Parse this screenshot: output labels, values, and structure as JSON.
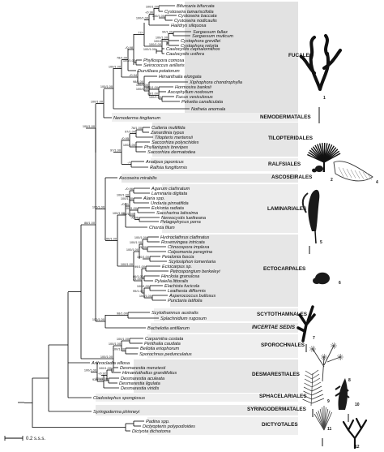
{
  "orders": [
    {
      "name": "FUCALES",
      "italic": false
    },
    {
      "name": "NEMODERMATALES",
      "italic": false
    },
    {
      "name": "TILOPTERIDALES",
      "italic": false
    },
    {
      "name": "RALFSIALES",
      "italic": false
    },
    {
      "name": "ASCOSEIRALES",
      "italic": false
    },
    {
      "name": "LAMINARIALES",
      "italic": false
    },
    {
      "name": "ECTOCARPALES",
      "italic": false
    },
    {
      "name": "SCYTOTHAMNALES",
      "italic": false
    },
    {
      "name": "INCERTAE SEDIS",
      "italic": true
    },
    {
      "name": "SPOROCHNALES",
      "italic": false
    },
    {
      "name": "DESMARESTIALES",
      "italic": false
    },
    {
      "name": "SPHACELARIALES",
      "italic": false
    },
    {
      "name": "SYRINGODERMATALES",
      "italic": false
    },
    {
      "name": "DICTYOTALES",
      "italic": false
    }
  ],
  "taxa": [
    "Bifurcaria bifurcata",
    "Cystoseira tamariscifolia",
    "Cystoseira baccata",
    "Cystoseira nodicaulis",
    "Halidrys siliquosa",
    "Sargassum fallax",
    "Sargassum muticum",
    "Cystophora grevillei",
    "Cystophora retorta",
    "Caulocystis cephalornithos",
    "Caulocystis uvifera",
    "Phyllospora comosa",
    "Seirococcus axillaris",
    "Durvillaea potatorum",
    "Himanthalia elongata",
    "Xiphophora chondrophylla",
    "Hormosira banksii",
    "Ascophyllum nodosum",
    "Fucus vesiculosus",
    "Pelvetia canaliculata",
    "Notheia anomala",
    "Nemoderma tingitanum",
    "Cutleria multifida",
    "Zanardinia typus",
    "Tilopteris mertensii",
    "Saccorhiza polyschides",
    "Phyllariopsis brevipes",
    "Saccorhiza dermatodea",
    "Analipus japonicus",
    "Ralfsia fungiformis",
    "Ascoseira mirabilis",
    "Agarum clathratum",
    "Laminaria digitata",
    "Alaria spp.",
    "Undaria pinnatifida",
    "Ecklonia radiata",
    "Saccharina latissima",
    "Nereocystis luetkeana",
    "Pelagophycus porra",
    "Chorda filum",
    "Hydroclathrus clathratus",
    "Rosenvingea intricata",
    "Chnoospora implexa",
    "Colpomenia peregrina",
    "Petalonia fascia",
    "Scytosiphon lomentaria",
    "Ectocarpus sp.",
    "Petrospongium berkeleyi",
    "Hincksia granulosa",
    "Pylaiella littoralis",
    "Elachista fucicola",
    "Leathesia difformis",
    "Asperococcus bullosus",
    "Punctaria latifolia",
    "Scytothamnus australis",
    "Splachnidium rugosum",
    "Bachelotia antillarum",
    "Carpomitra costata",
    "Perithalia caudata",
    "Bellotia eriophorum",
    "Sporochnus pedunculatus",
    "Arthrocladia villosa",
    "Desmarestia menziesii",
    "Himantothallus grandifolius",
    "Desmarestia aculeata",
    "Desmarestia ligulata",
    "Desmarestia viridis",
    "Cladostephus spongiosus",
    "Syringoderma phinneyi",
    "Padina spp.",
    "Dictyopteris polypodioides",
    "Dictyota dichotoma"
  ],
  "support_values": [
    "100/1.00",
    "-/0.96",
    "100/1.00",
    "100/1.00",
    "94/1.00",
    "100/1.00",
    "100/1.00",
    "100/1.00",
    "100/1.00",
    "77/-",
    "-/0.98",
    "100/1.00",
    "78/1.00",
    "100/1.00",
    "100/1.00",
    "100/1.00",
    "93/1.00",
    "100/1.00",
    "98/1.00",
    "-/0.94",
    "100/1.00",
    "100/1.00",
    "100/1.00",
    "78/1.00",
    "97/1.00",
    "100/1.00",
    "-/0.95",
    "-/-",
    "97/1.00",
    "100/1.00",
    "-/0.96",
    "100/1.00",
    "100/1.00",
    "100/1.00",
    "-/0.96",
    "100/1.00",
    "-/0.91",
    "100/1.00",
    "100/1.00",
    "-/1.00",
    "100/1.00",
    "100/1.00",
    "100/1.00",
    "99/1.00",
    "86/1.00",
    "100/1.00",
    "100/1.00",
    "99/1.00",
    "-/1.00",
    "100/1.00",
    "100/1.00",
    "100/1.00",
    "98/1.00",
    "100/1.00",
    "88/1.00",
    "100/1.00",
    "100/1.00",
    "100/1.00",
    "100/1.00",
    "100/1.00",
    "-/0.92",
    "93/1.00",
    "100/1.00",
    "100/1.00"
  ],
  "plate_numbers": [
    "1",
    "2",
    "3",
    "4",
    "5",
    "6",
    "7",
    "8",
    "9",
    "10",
    "11",
    "12"
  ],
  "scale_bar": {
    "label": "0.2 s.s.s."
  }
}
